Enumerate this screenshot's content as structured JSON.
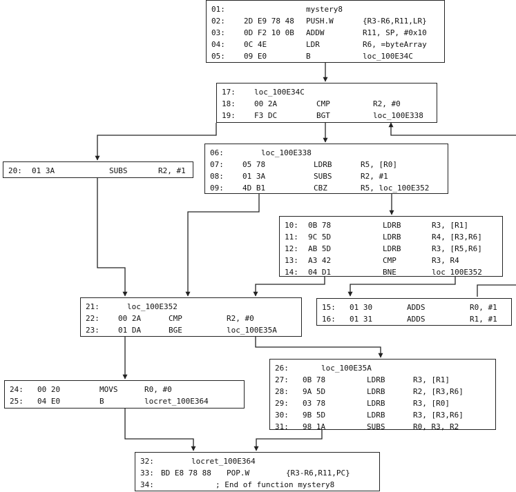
{
  "blocks": [
    {
      "id": "b1",
      "lines": [
        {
          "n": "01:",
          "label": "mystery8"
        },
        {
          "n": "02:",
          "bytes": "2D E9 78 48",
          "op": "PUSH.W",
          "args": "{R3-R6,R11,LR}"
        },
        {
          "n": "03:",
          "bytes": "0D F2 10 0B",
          "op": "ADDW",
          "args": "R11, SP, #0x10"
        },
        {
          "n": "04:",
          "bytes": "0C 4E",
          "op": "LDR",
          "args": "R6, =byteArray"
        },
        {
          "n": "05:",
          "bytes": "09 E0",
          "op": "B",
          "args": "loc_100E34C"
        }
      ]
    },
    {
      "id": "b2",
      "lines": [
        {
          "n": "17:",
          "label": "loc_100E34C"
        },
        {
          "n": "18:",
          "bytes": "00 2A",
          "op": "CMP",
          "args": "R2, #0"
        },
        {
          "n": "19:",
          "bytes": "F3 DC",
          "op": "BGT",
          "args": "loc_100E338"
        }
      ]
    },
    {
      "id": "b3",
      "lines": [
        {
          "n": "20:",
          "bytes": "01 3A",
          "op": "SUBS",
          "args": "R2, #1"
        }
      ]
    },
    {
      "id": "b4",
      "lines": [
        {
          "n": "06:",
          "label": "loc_100E338"
        },
        {
          "n": "07:",
          "bytes": "05 78",
          "op": "LDRB",
          "args": "R5, [R0]"
        },
        {
          "n": "08:",
          "bytes": "01 3A",
          "op": "SUBS",
          "args": "R2, #1"
        },
        {
          "n": "09:",
          "bytes": "4D B1",
          "op": "CBZ",
          "args": "R5, loc_100E352"
        }
      ]
    },
    {
      "id": "b5",
      "lines": [
        {
          "n": "10:",
          "bytes": "0B 78",
          "op": "LDRB",
          "args": "R3, [R1]"
        },
        {
          "n": "11:",
          "bytes": "9C 5D",
          "op": "LDRB",
          "args": "R4, [R3,R6]"
        },
        {
          "n": "12:",
          "bytes": "AB 5D",
          "op": "LDRB",
          "args": "R3, [R5,R6]"
        },
        {
          "n": "13:",
          "bytes": "A3 42",
          "op": "CMP",
          "args": "R3, R4"
        },
        {
          "n": "14:",
          "bytes": "04 D1",
          "op": "BNE",
          "args": "loc_100E352"
        }
      ]
    },
    {
      "id": "b6",
      "lines": [
        {
          "n": "21:",
          "label": "loc_100E352"
        },
        {
          "n": "22:",
          "bytes": "00 2A",
          "op": "CMP",
          "args": "R2, #0"
        },
        {
          "n": "23:",
          "bytes": "01 DA",
          "op": "BGE",
          "args": "loc_100E35A"
        }
      ]
    },
    {
      "id": "b7",
      "lines": [
        {
          "n": "15:",
          "bytes": "01 30",
          "op": "ADDS",
          "args": "R0, #1"
        },
        {
          "n": "16:",
          "bytes": "01 31",
          "op": "ADDS",
          "args": "R1, #1"
        }
      ]
    },
    {
      "id": "b8",
      "lines": [
        {
          "n": "24:",
          "bytes": "00 20",
          "op": "MOVS",
          "args": "R0, #0"
        },
        {
          "n": "25:",
          "bytes": "04 E0",
          "op": "B",
          "args": "locret_100E364"
        }
      ]
    },
    {
      "id": "b9",
      "lines": [
        {
          "n": "26:",
          "label": "loc_100E35A"
        },
        {
          "n": "27:",
          "bytes": "0B 78",
          "op": "LDRB",
          "args": "R3, [R1]"
        },
        {
          "n": "28:",
          "bytes": "9A 5D",
          "op": "LDRB",
          "args": "R2, [R3,R6]"
        },
        {
          "n": "29:",
          "bytes": "03 78",
          "op": "LDRB",
          "args": "R3, [R0]"
        },
        {
          "n": "30:",
          "bytes": "9B 5D",
          "op": "LDRB",
          "args": "R3, [R3,R6]"
        },
        {
          "n": "31:",
          "bytes": "98 1A",
          "op": "SUBS",
          "args": "R0, R3, R2"
        }
      ]
    },
    {
      "id": "b10",
      "lines": [
        {
          "n": "32:",
          "label": "locret_100E364"
        },
        {
          "n": "33:",
          "bytes": "BD E8 78 88",
          "op": "POP.W",
          "args": "{R3-R6,R11,PC}"
        },
        {
          "n": "34:",
          "comment": "; End of function mystery8"
        }
      ]
    }
  ]
}
